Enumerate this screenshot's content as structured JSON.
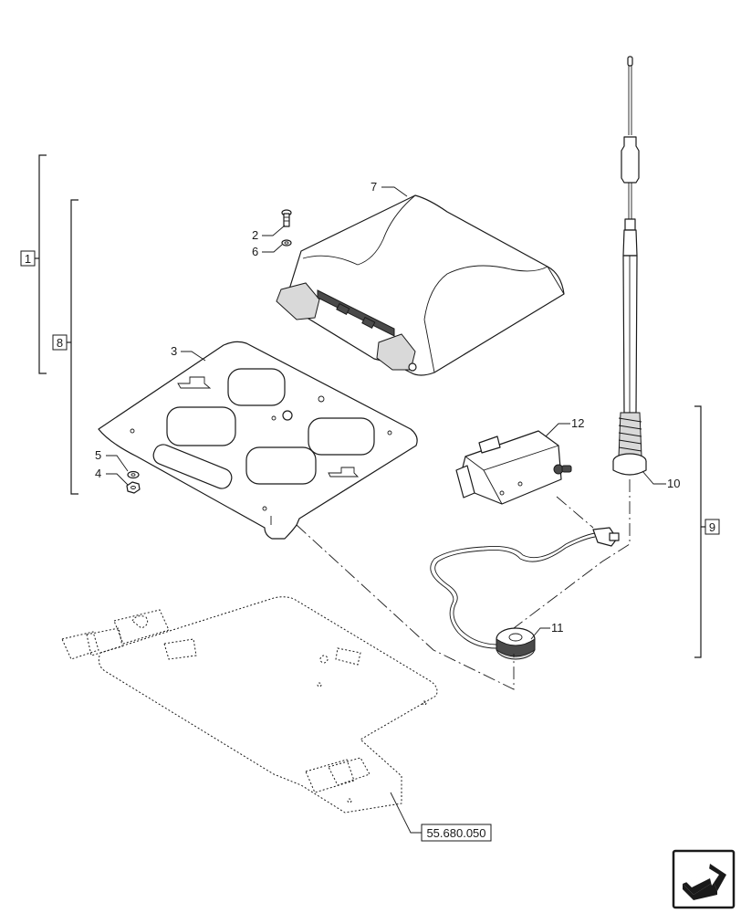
{
  "diagram": {
    "callouts": {
      "c1": "1",
      "c2": "2",
      "c3": "3",
      "c4": "4",
      "c5": "5",
      "c6": "6",
      "c7": "7",
      "c8": "8",
      "c9": "9",
      "c10": "10",
      "c11": "11",
      "c12": "12"
    },
    "reference": "55.680.050",
    "nav_icon": "next-page-arrow-icon"
  }
}
